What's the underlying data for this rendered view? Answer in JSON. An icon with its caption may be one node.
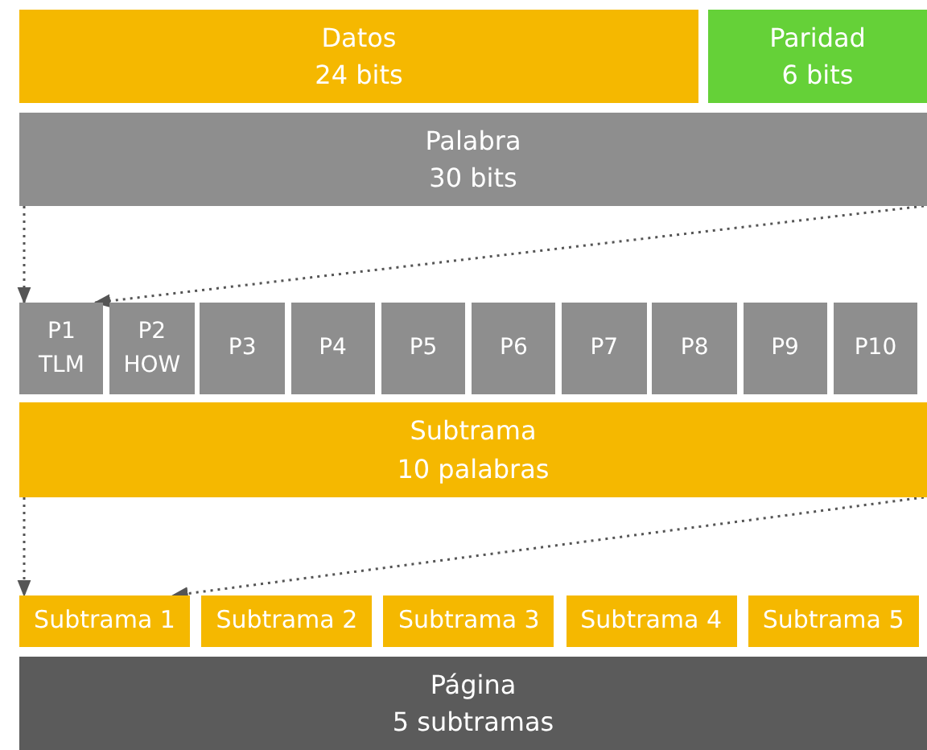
{
  "diagram": {
    "nodes": [
      {
        "text": [
          "Datos",
          "24 bits"
        ]
      },
      {
        "text": [
          "Paridad",
          "6 bits"
        ]
      },
      {
        "text": [
          "Palabra",
          "30 bits"
        ]
      },
      {
        "text": [
          "P1",
          "TLM"
        ]
      },
      {
        "text": [
          "P2",
          "HOW"
        ]
      },
      {
        "text": [
          "P3"
        ]
      },
      {
        "text": [
          "P4"
        ]
      },
      {
        "text": [
          "P5"
        ]
      },
      {
        "text": [
          "P6"
        ]
      },
      {
        "text": [
          "P7"
        ]
      },
      {
        "text": [
          "P8"
        ]
      },
      {
        "text": [
          "P9"
        ]
      },
      {
        "text": [
          "P10"
        ]
      },
      {
        "text": [
          "Subtrama",
          "10 palabras"
        ]
      },
      {
        "text": [
          "Subtrama 1"
        ]
      },
      {
        "text": [
          "Subtrama 2"
        ]
      },
      {
        "text": [
          "Subtrama 3"
        ]
      },
      {
        "text": [
          "Subtrama 4"
        ]
      },
      {
        "text": [
          "Subtrama 5"
        ]
      },
      {
        "text": [
          "Página",
          "5 subtramas"
        ]
      }
    ],
    "edges": [
      {
        "from": 2,
        "to": 3,
        "arrow": "to",
        "style": "dashed"
      },
      {
        "from": 2,
        "to": 3,
        "arrow": "to",
        "style": "dashed"
      },
      {
        "from": 13,
        "to": 14,
        "arrow": "to",
        "style": "dashed"
      },
      {
        "from": 13,
        "to": 14,
        "arrow": "to",
        "style": "dashed"
      }
    ]
  }
}
